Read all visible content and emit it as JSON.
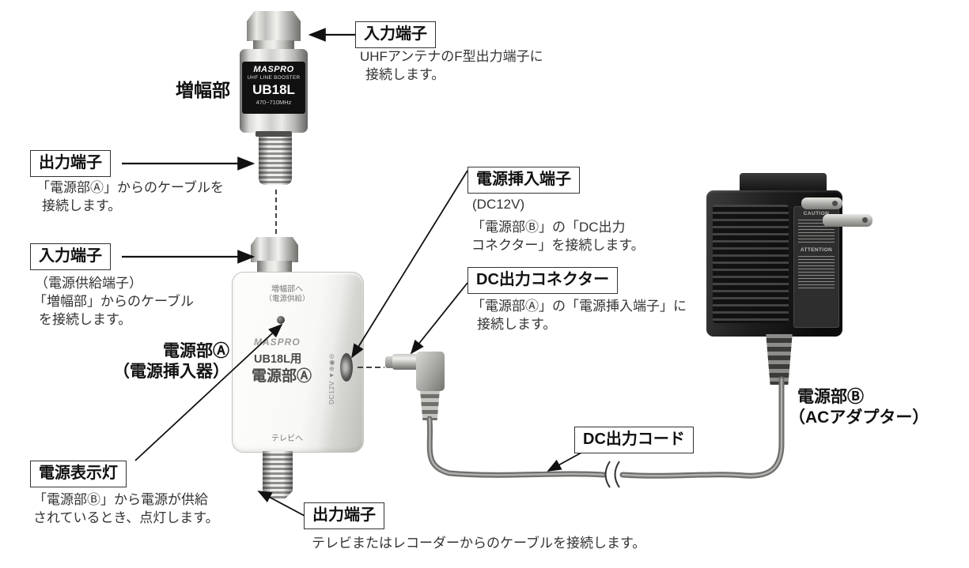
{
  "devices": {
    "booster": {
      "label": "増幅部",
      "brand": "MASPRO",
      "line": "UHF LINE BOOSTER",
      "model": "UB18L",
      "freq": "470~710MHz"
    },
    "psu_a": {
      "name_line1": "電源部Ⓐ",
      "name_line2": "（電源挿入器）",
      "top_line1": "増幅部へ",
      "top_line2": "（電源供給）",
      "brand": "MASPRO",
      "model": "UB18L用",
      "front_name": "電源部Ⓐ",
      "bottom": "テレビへ",
      "side": "DC12V ▼⊕◉⊖"
    },
    "psu_b": {
      "name_line1": "電源部Ⓑ",
      "name_line2": "（ACアダプター）",
      "caution": "CAUTION",
      "attention": "ATTENTION"
    }
  },
  "callouts": {
    "input_top": {
      "title": "入力端子",
      "desc1": "UHFアンテナのF型出力端子に",
      "desc2": "接続します。"
    },
    "output_upper": {
      "title": "出力端子",
      "desc1": "「電源部Ⓐ」からのケーブルを",
      "desc2": "接続します。"
    },
    "input_mid": {
      "title": "入力端子",
      "sub": "（電源供給端子）",
      "desc1": "「増幅部」からのケーブル",
      "desc2": "を接続します。"
    },
    "power_insert": {
      "title": "電源挿入端子",
      "sub": "(DC12V)",
      "desc1": "「電源部Ⓑ」の「DC出力",
      "desc2": "コネクター」を接続します。"
    },
    "dc_connector": {
      "title": "DC出力コネクター",
      "desc1": "「電源部Ⓐ」の「電源挿入端子」に",
      "desc2": "接続します。"
    },
    "dc_cord": {
      "title": "DC出力コード"
    },
    "power_lamp": {
      "title": "電源表示灯",
      "desc1": "「電源部Ⓑ」から電源が供給",
      "desc2": "されているとき、点灯します。"
    },
    "output_bottom": {
      "title": "出力端子",
      "desc1": "テレビまたはレコーダーからのケーブルを接続します。"
    }
  }
}
